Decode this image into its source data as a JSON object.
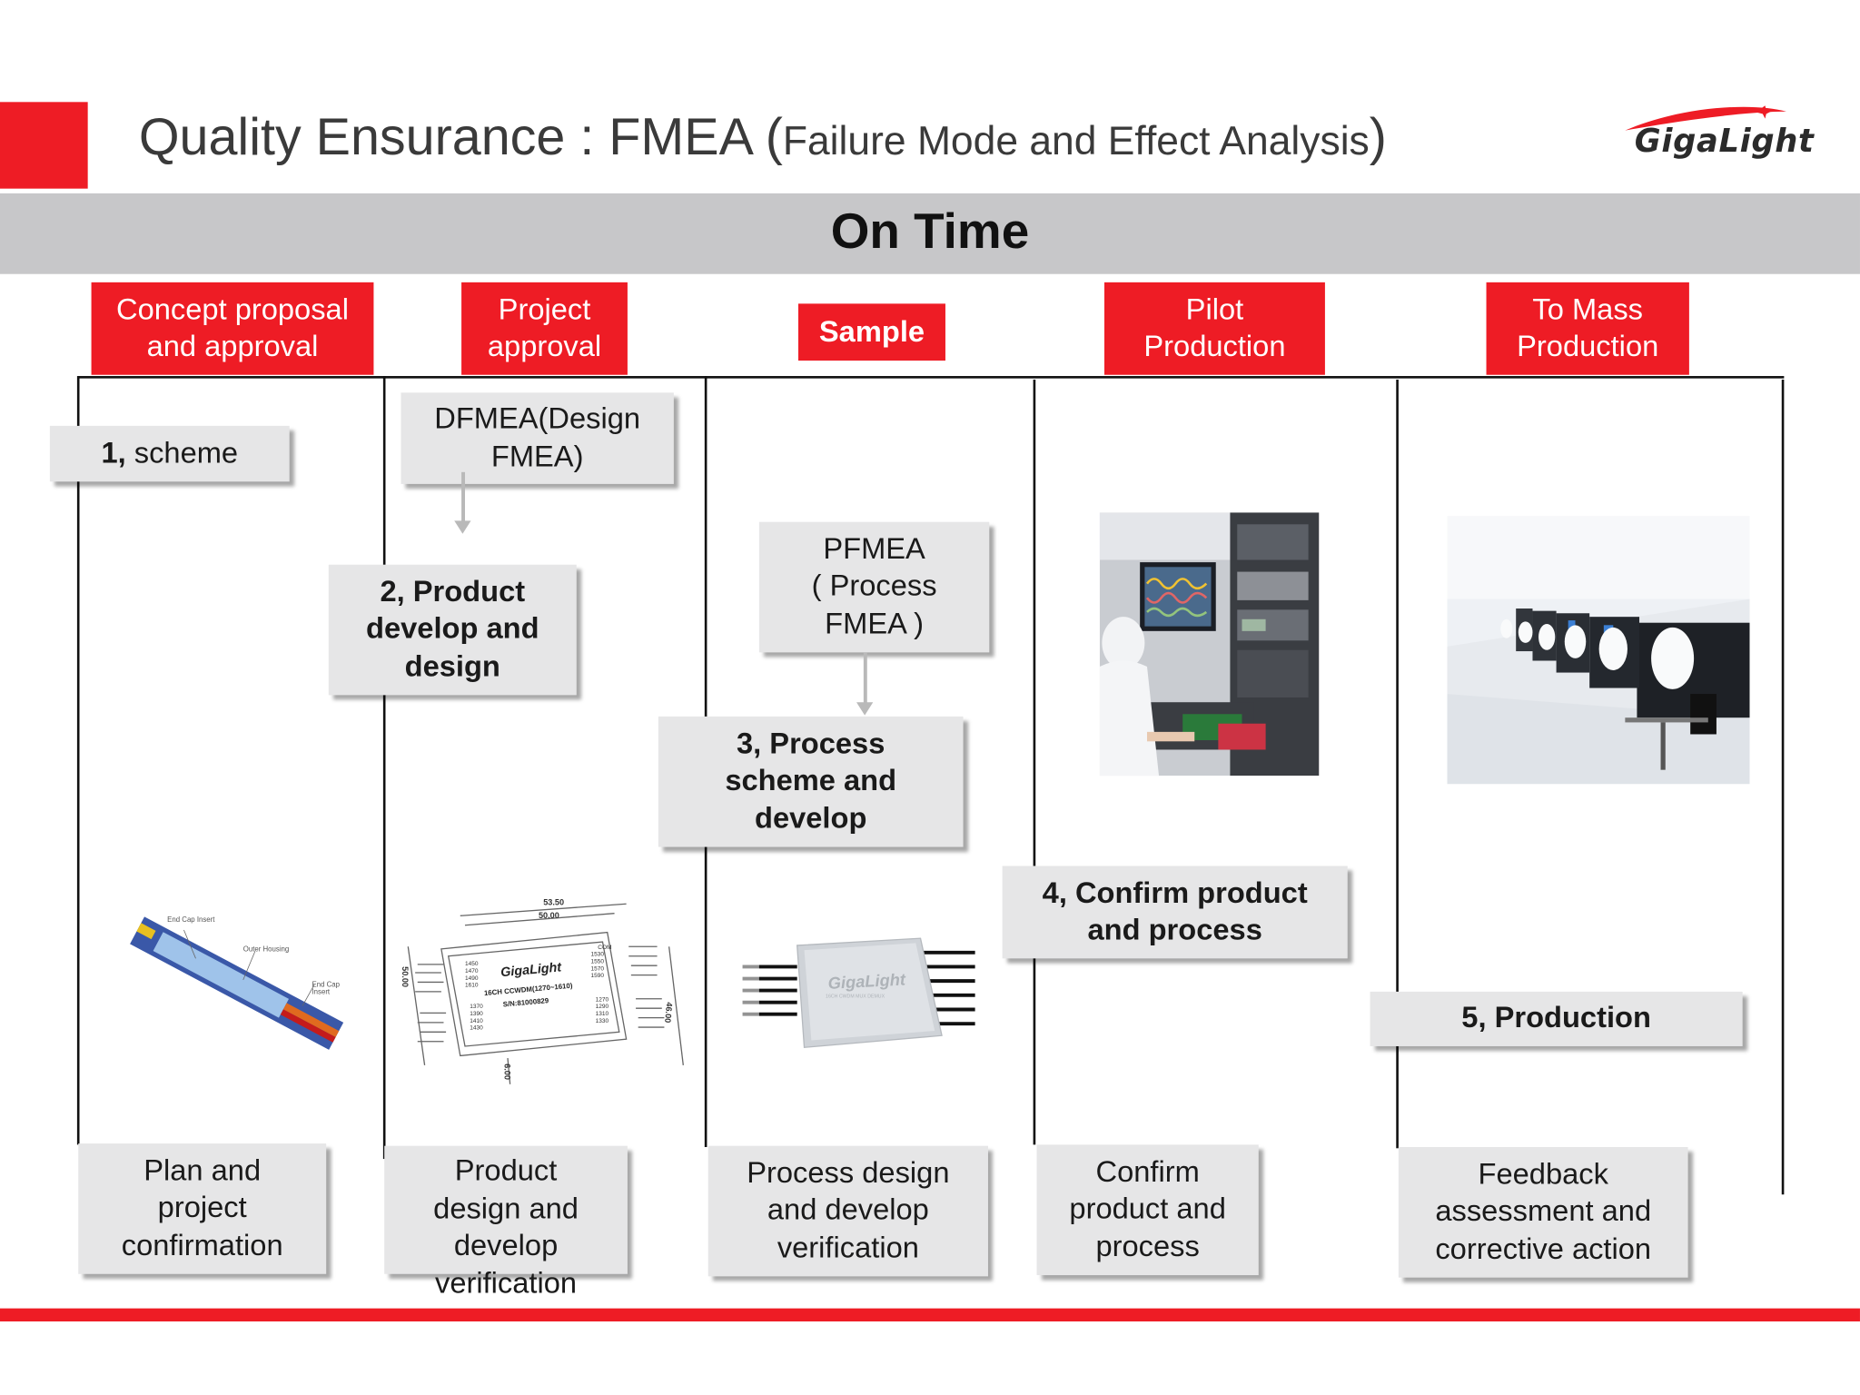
{
  "header": {
    "title_main": "Quality Ensurance : FMEA (",
    "title_sub": "Failure Mode and Effect Analysis",
    "title_close": ")",
    "logo_text": "GigaLight"
  },
  "banner": {
    "text": "On Time"
  },
  "phases": [
    {
      "label": "Concept proposal\nand approval"
    },
    {
      "label": "Project\napproval"
    },
    {
      "label": "Sample"
    },
    {
      "label": "Pilot\nProduction"
    },
    {
      "label": "To Mass\nProduction"
    }
  ],
  "steps": {
    "scheme_num": "1,",
    "scheme_label": " scheme",
    "dfmea": "DFMEA(Design\nFMEA)",
    "product_develop": "2, Product\ndevelop and\ndesign",
    "pfmea": "PFMEA\n( Process\nFMEA )",
    "process_scheme": "3, Process\nscheme and\ndevelop",
    "confirm": "4, Confirm product\nand process",
    "production": "5, Production"
  },
  "drawing": {
    "dim_top1": "53.50",
    "dim_top2": "50.00",
    "dim_left": "50.00",
    "dim_right": "46.00",
    "dim_bottom": "6.00",
    "brand": "GigaLight",
    "model": "16CH CCWDM(1270~1610)",
    "sn": "S/N:81000829",
    "ch_left": "1450\n1470\n1490\n1610",
    "ch_left2": "1370\n1390\n1410\n1430",
    "ch_right": "1530\n1550\n1570\n1590",
    "ch_right2": "1270\n1290\n1310\n1330",
    "com": "COM",
    "tube_label1": "End Cap Insert",
    "tube_label2": "Outer Housing",
    "tube_label3": "End Cap Insert"
  },
  "module": {
    "brand": "GigaLight",
    "tag": "16CH CWDM MUX DEMUX"
  },
  "outcomes": [
    {
      "label": "Plan and\nproject\nconfirmation"
    },
    {
      "label": "Product\ndesign and\ndevelop\nverification"
    },
    {
      "label": "Process design\nand develop\nverification"
    },
    {
      "label": "Confirm\nproduct and\nprocess"
    },
    {
      "label": "Feedback\nassessment and\ncorrective action"
    }
  ],
  "colors": {
    "accent": "#ee1c25",
    "band": "#c7c7c9",
    "box": "#e6e6e7"
  }
}
